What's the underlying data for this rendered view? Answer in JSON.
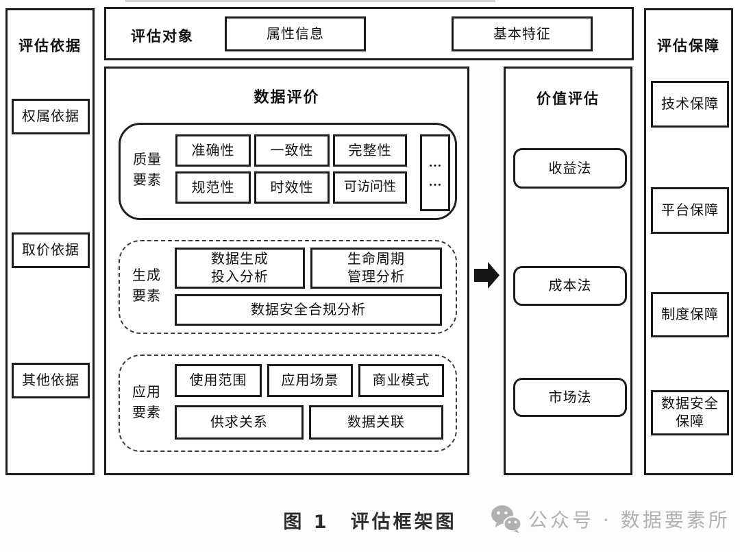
{
  "diagram": {
    "left_panel": {
      "title": "评估依据",
      "items": [
        "权属依据",
        "取价依据",
        "其他依据"
      ]
    },
    "top_bar": {
      "title": "评估对象",
      "items": [
        "属性信息",
        "基本特征"
      ]
    },
    "data_evaluation": {
      "title": "数据评价",
      "quality": {
        "label": "质量\n要素",
        "items_row1": [
          "准确性",
          "一致性",
          "完整性"
        ],
        "items_row2": [
          "规范性",
          "时效性",
          "可访问性"
        ],
        "more_indicator": "…\n…"
      },
      "generation": {
        "label": "生成\n要素",
        "items_row1": [
          "数据生成\n投入分析",
          "生命周期\n管理分析"
        ],
        "items_row2": [
          "数据安全合规分析"
        ]
      },
      "application": {
        "label": "应用\n要素",
        "items_row1": [
          "使用范围",
          "应用场景",
          "商业模式"
        ],
        "items_row2": [
          "供求关系",
          "数据关联"
        ]
      }
    },
    "value_panel": {
      "title": "价值评估",
      "items": [
        "收益法",
        "成本法",
        "市场法"
      ]
    },
    "right_panel": {
      "title": "评估保障",
      "items": [
        "技术保障",
        "平台保障",
        "制度保障",
        "数据安全\n保障"
      ]
    },
    "caption": "图 1　评估框架图",
    "watermark": {
      "icon": "wechat-icon",
      "text": "公众号 · 数据要素所"
    },
    "colors": {
      "border": "#1c1c1c",
      "arrow": "#161616",
      "watermark_gray": "#b1b1b1"
    }
  }
}
